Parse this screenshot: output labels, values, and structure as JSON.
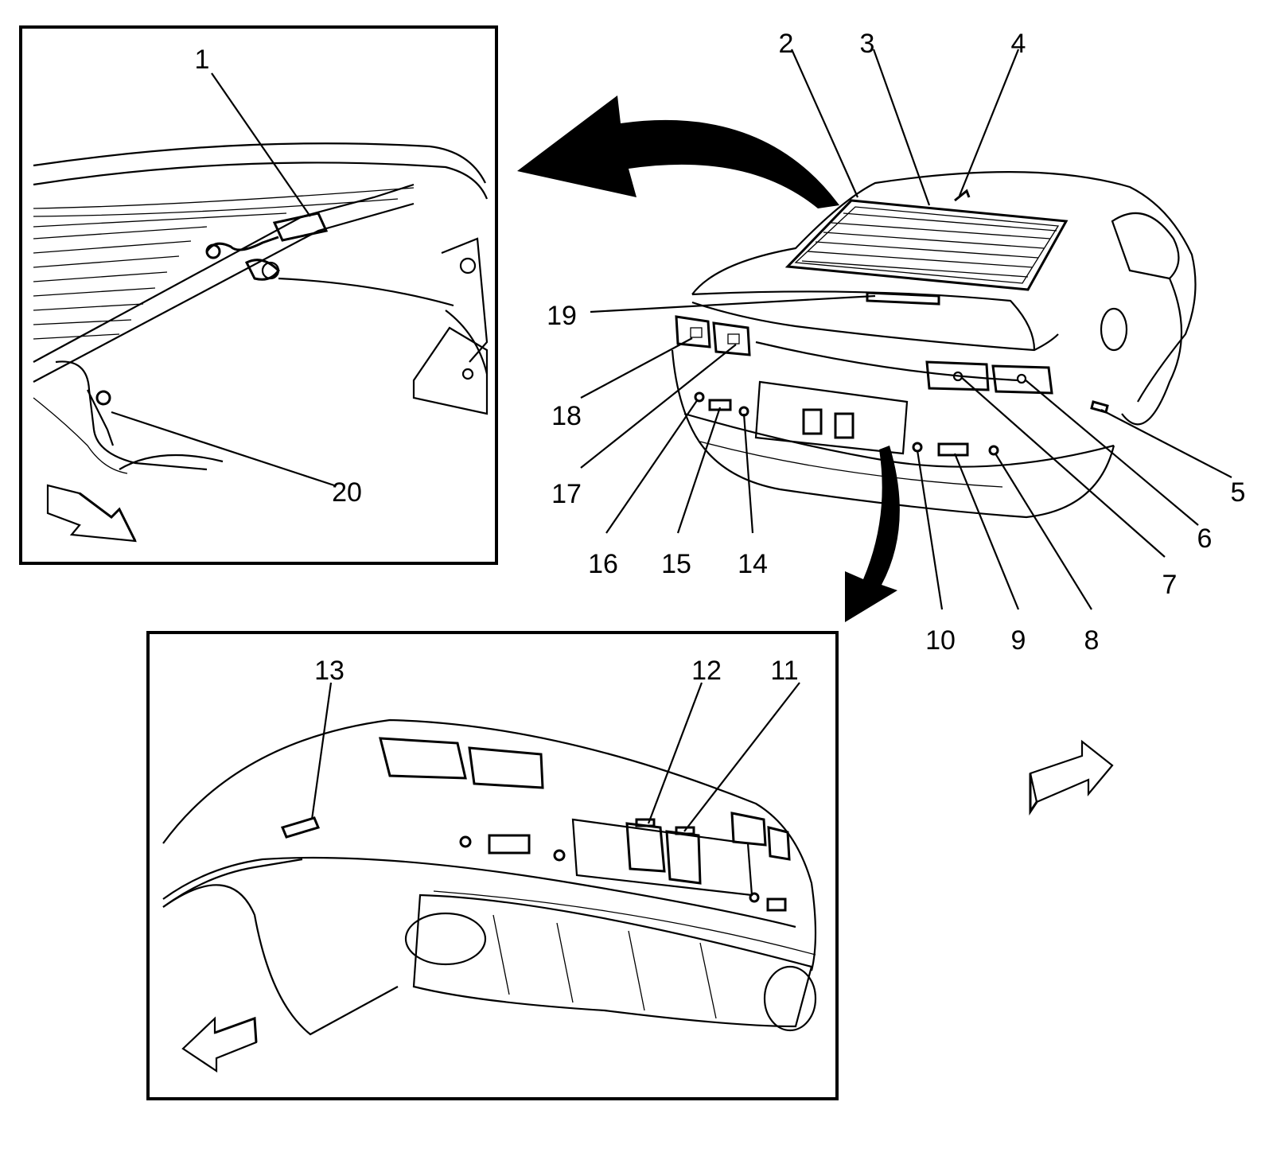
{
  "callouts": [
    {
      "id": "1",
      "label": "1"
    },
    {
      "id": "2",
      "label": "2"
    },
    {
      "id": "3",
      "label": "3"
    },
    {
      "id": "4",
      "label": "4"
    },
    {
      "id": "5",
      "label": "5"
    },
    {
      "id": "6",
      "label": "6"
    },
    {
      "id": "7",
      "label": "7"
    },
    {
      "id": "8",
      "label": "8"
    },
    {
      "id": "9",
      "label": "9"
    },
    {
      "id": "10",
      "label": "10"
    },
    {
      "id": "11",
      "label": "11"
    },
    {
      "id": "12",
      "label": "12"
    },
    {
      "id": "13",
      "label": "13"
    },
    {
      "id": "14",
      "label": "14"
    },
    {
      "id": "15",
      "label": "15"
    },
    {
      "id": "16",
      "label": "16"
    },
    {
      "id": "17",
      "label": "17"
    },
    {
      "id": "18",
      "label": "18"
    },
    {
      "id": "19",
      "label": "19"
    },
    {
      "id": "20",
      "label": "20"
    }
  ],
  "panels": [
    "inset-detail-top-left",
    "vehicle-rear-overview",
    "inset-detail-bumper"
  ],
  "colors": {
    "line": "#000000",
    "background": "#ffffff"
  }
}
